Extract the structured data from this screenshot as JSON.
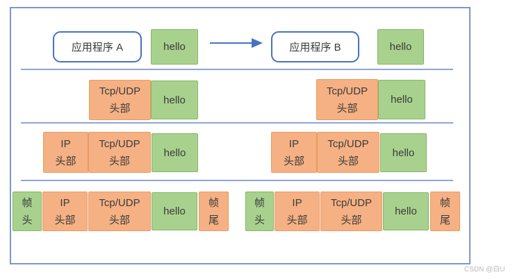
{
  "watermark": "CSDN @白U",
  "colors": {
    "green_fill": "#a9d18e",
    "green_border": "#85b565",
    "orange_fill": "#f5b183",
    "orange_border": "#ea9a62",
    "blue": "#4472c4",
    "frame_border": "#7d97c9",
    "divider": "#8fa6d6",
    "text": "#3a3a3a",
    "watermark_color": "#b9b9b9"
  },
  "app_row": {
    "app_a": "应用程序 A",
    "app_b": "应用程序 B",
    "payload": "hello"
  },
  "labels": {
    "payload": "hello",
    "tcp_udp": {
      "line1": "Tcp/UDP",
      "line2": "头部"
    },
    "ip": {
      "line1": "IP",
      "line2": "头部"
    },
    "frame_head": {
      "line1": "帧",
      "line2": "头"
    },
    "frame_tail": {
      "line1": "帧",
      "line2": "尾"
    }
  }
}
